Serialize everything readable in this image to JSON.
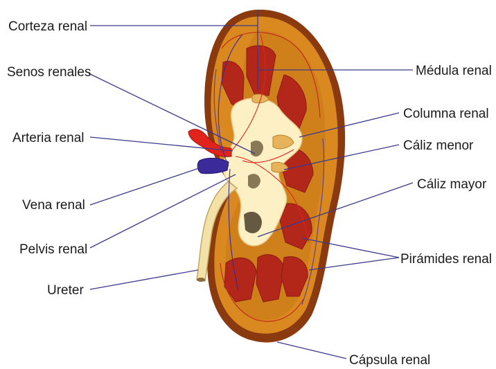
{
  "labels": {
    "corteza": "Corteza renal",
    "senos": "Senos renales",
    "arteria": "Arteria renal",
    "vena": "Vena renal",
    "pelvis": "Pelvis renal",
    "ureter": "Ureter",
    "medula": "Médula renal",
    "columna": "Columna renal",
    "caliz_menor": "Cáliz menor",
    "caliz_mayor": "Cáliz mayor",
    "piramides": "Pirámides renal",
    "capsula": "Cápsula renal"
  },
  "colors": {
    "capsule": "#8b3a0f",
    "cortex": "#d9891f",
    "pyramid": "#b3261a",
    "sinus": "#fdf0c4",
    "artery": "#e0241c",
    "vein": "#3a2a9a",
    "leader": "#3a3a8c"
  }
}
